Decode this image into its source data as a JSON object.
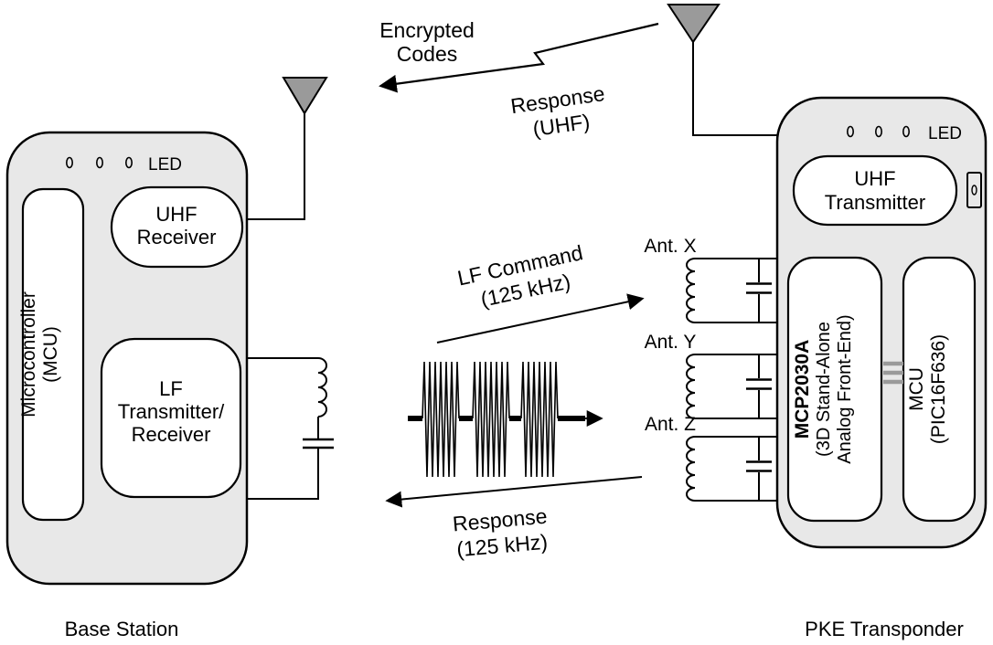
{
  "base_station": {
    "caption": "Base Station",
    "led_label": "LED",
    "mcu_line1": "Microcontroller",
    "mcu_line2": "(MCU)",
    "uhf_receiver_line1": "UHF",
    "uhf_receiver_line2": "Receiver",
    "lf_line1": "LF",
    "lf_line2": "Transmitter/",
    "lf_line3": "Receiver"
  },
  "transponder": {
    "caption": "PKE Transponder",
    "led_label": "LED",
    "uhf_transmitter_line1": "UHF",
    "uhf_transmitter_line2": "Transmitter",
    "afe_line1": "MCP2030A",
    "afe_line2": "(3D Stand-Alone",
    "afe_line3": "Analog Front-End)",
    "mcu_line1": "MCU",
    "mcu_line2": "(PIC16F636)",
    "antenna_x_label": "Ant. X",
    "antenna_y_label": "Ant. Y",
    "antenna_z_label": "Ant. Z"
  },
  "signals": {
    "encrypted_line1": "Encrypted",
    "encrypted_line2": "Codes",
    "response_uhf_line1": "Response",
    "response_uhf_line2": "(UHF)",
    "lf_command_line1": "LF Command",
    "lf_command_line2": "(125 kHz)",
    "response_lf_line1": "Response",
    "response_lf_line2": "(125 kHz)"
  },
  "colors": {
    "module_fill": "#e8e8e8",
    "inner_fill": "#ffffff",
    "antenna_fill": "#9a9a9a",
    "bus_gray": "#9a9a9a",
    "line": "#000000"
  }
}
